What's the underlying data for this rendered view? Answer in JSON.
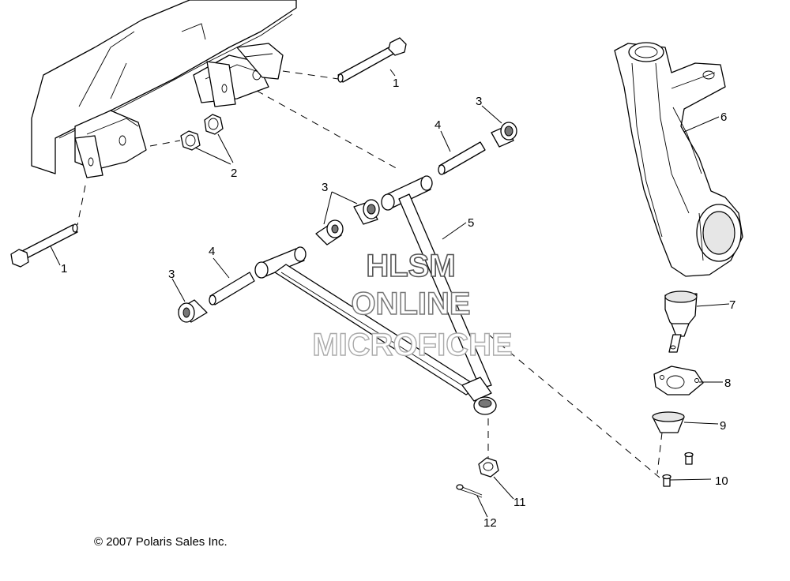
{
  "callouts": {
    "c1a": "1",
    "c1b": "1",
    "c2": "2",
    "c3a": "3",
    "c3b": "3",
    "c3c": "3",
    "c4a": "4",
    "c4b": "4",
    "c5": "5",
    "c6": "6",
    "c7": "7",
    "c8": "8",
    "c9": "9",
    "c10": "10",
    "c11": "11",
    "c12": "12"
  },
  "watermark": {
    "line1": "HLSM",
    "line2": "ONLINE",
    "line3": "MICROFICHE"
  },
  "copyright": "© 2007 Polaris Sales Inc."
}
